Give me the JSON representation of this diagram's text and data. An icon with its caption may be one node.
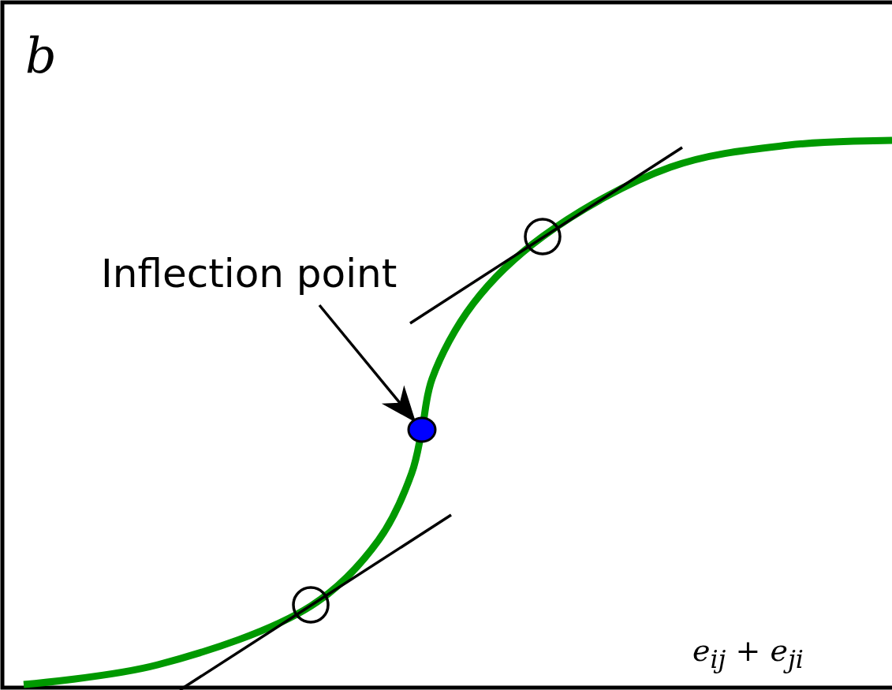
{
  "diagram": {
    "nodes": [
      {
        "text": [
          "Inflection point"
        ]
      },
      {
        "text": [],
        "shape": "circle"
      }
    ],
    "edges": [
      {
        "from": 0,
        "to": 1,
        "arrow": "to"
      }
    ],
    "labels": [
      "b",
      "e$_{ij}$ + e$_{ji}$"
    ]
  }
}
